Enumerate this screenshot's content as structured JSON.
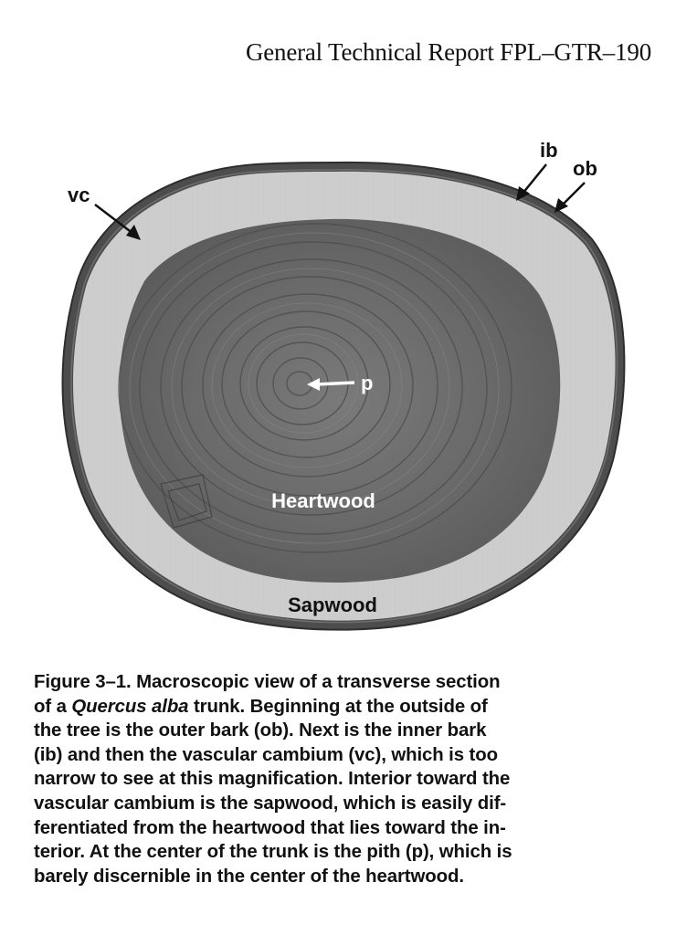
{
  "header": {
    "report_title": "General Technical Report FPL–GTR–190"
  },
  "figure": {
    "labels": {
      "vc": "vc",
      "ib": "ib",
      "ob": "ob",
      "p": "p",
      "heartwood": "Heartwood",
      "sapwood": "Sapwood"
    },
    "colors": {
      "sapwood": "#c9c9c9",
      "heartwood": "#6a6a6a",
      "bark": "#505050",
      "label_on_dark": "#ffffff",
      "label_on_light": "#111111"
    }
  },
  "caption": {
    "line1": "Figure 3–1. Macroscopic view of a transverse section",
    "line2_pre": "of a ",
    "line2_italic": "Quercus alba",
    "line2_post": " trunk. Beginning at the outside of",
    "line3": "the tree is the outer bark (ob). Next is the inner bark",
    "line4": "(ib) and then the vascular cambium (vc), which is too",
    "line5": "narrow to see at this magnification. Interior toward the",
    "line6": "vascular cambium is the sapwood, which is easily dif-",
    "line7": "ferentiated from the heartwood that lies toward the in-",
    "line8": "terior. At the center of the trunk is the pith (p), which is",
    "line9": "barely discernible in the center of the heartwood."
  }
}
